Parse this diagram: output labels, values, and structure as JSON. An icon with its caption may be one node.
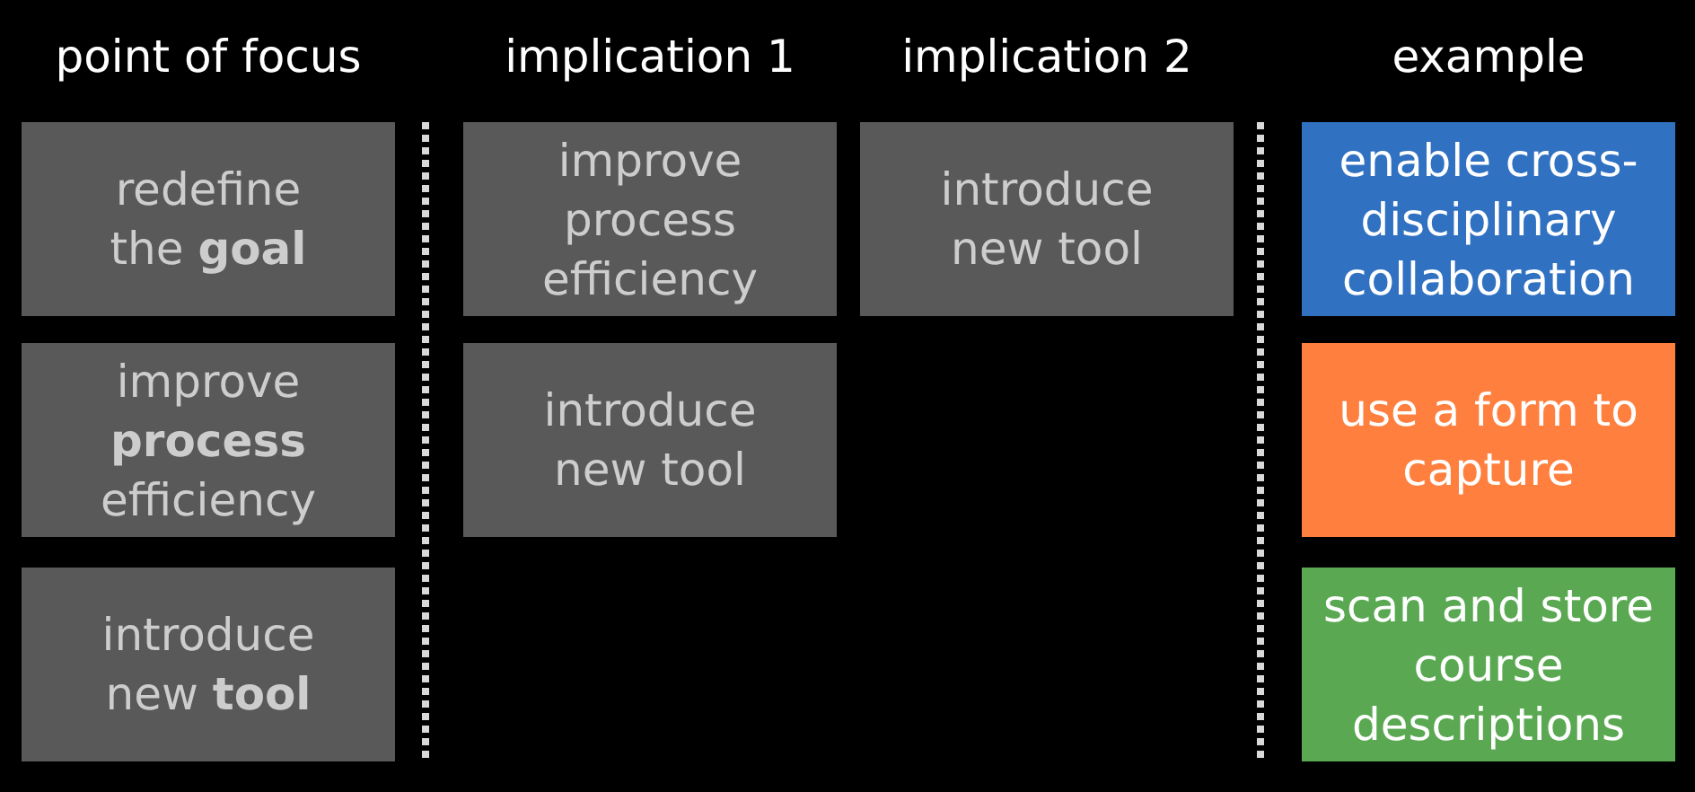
{
  "diagram": {
    "nodes": [
      {
        "text": [
          "redefine the **goal**"
        ]
      },
      {
        "text": [
          "improve process efficiency"
        ]
      },
      {
        "text": [
          "introduce new tool"
        ]
      },
      {
        "text": [
          "enable cross-disciplinary collaboration"
        ]
      },
      {
        "text": [
          "improve **process** efficiency"
        ]
      },
      {
        "text": [
          "introduce new tool"
        ]
      },
      {
        "text": [
          "use a form to capture"
        ]
      },
      {
        "text": [
          "introduce new **tool**"
        ]
      },
      {
        "text": [
          "scan and store course descriptions"
        ]
      }
    ],
    "labels": [
      "point of focus",
      "implication 1",
      "implication 2",
      "example"
    ]
  }
}
